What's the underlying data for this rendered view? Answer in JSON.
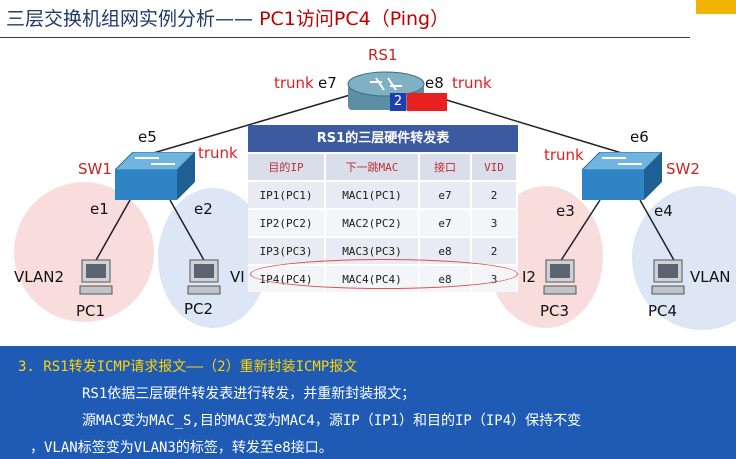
{
  "title": {
    "prefix": "三层交换机组网实例分析——",
    "highlight": "PC1访问PC4（Ping）"
  },
  "colors": {
    "accent": "#c00000",
    "panel": "#1f5bb5",
    "header": "#3b5aa0"
  },
  "router": {
    "label": "RS1",
    "port_badge": "2",
    "left_port": "e7",
    "right_port": "e8",
    "left_trunk": "trunk",
    "right_trunk": "trunk"
  },
  "sw1": {
    "label": "SW1",
    "uplink": "e5",
    "trunk": "trunk",
    "p1": "e1",
    "p2": "e2"
  },
  "sw2": {
    "label": "SW2",
    "uplink": "e6",
    "trunk": "trunk",
    "p1": "e3",
    "p2": "e4"
  },
  "vlan_labels": {
    "left_outer": "VLAN2",
    "left_inner": "VI",
    "right_inner": "I2",
    "right_outer": "VLAN"
  },
  "pcs": {
    "pc1": "PC1",
    "pc2": "PC2",
    "pc3": "PC3",
    "pc4": "PC4"
  },
  "table": {
    "caption": "RS1的三层硬件转发表",
    "headers": [
      "目的IP",
      "下一跳MAC",
      "接口",
      "VID"
    ],
    "rows": [
      [
        "IP1(PC1)",
        "MAC1(PC1)",
        "e7",
        "2"
      ],
      [
        "IP2(PC2)",
        "MAC2(PC2)",
        "e7",
        "3"
      ],
      [
        "IP3(PC3)",
        "MAC3(PC3)",
        "e8",
        "2"
      ],
      [
        "IP4(PC4)",
        "MAC4(PC4)",
        "e8",
        "3"
      ]
    ]
  },
  "note": {
    "heading": "3.  RS1转发ICMP请求报文——（2）重新封装ICMP报文",
    "line1": "RS1依据三层硬件转发表进行转发，并重新封装报文；",
    "line2": "源MAC变为MAC_S,目的MAC变为MAC4，源IP（IP1）和目的IP（IP4）保持不变",
    "line3": "，VLAN标签变为VLAN3的标签，转发至e8接口。"
  }
}
